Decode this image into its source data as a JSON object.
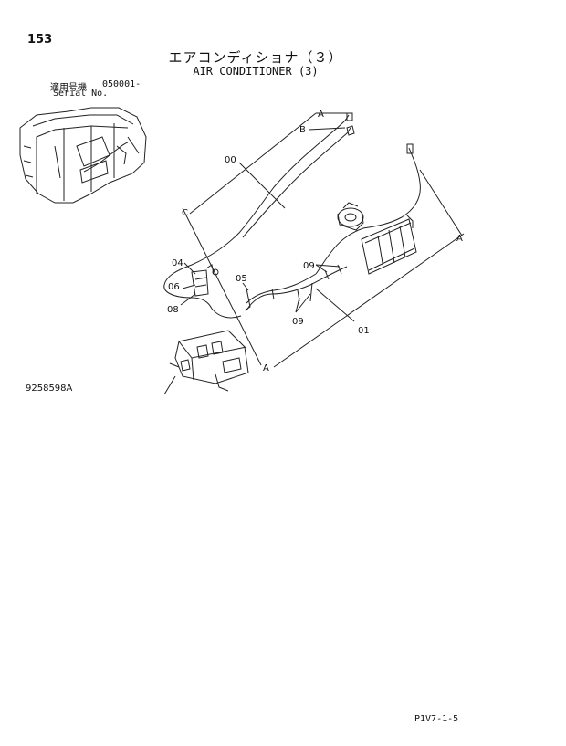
{
  "header": {
    "page_number": "153",
    "title_jp": "エアコンディショナ（３）",
    "title_en": "AIR CONDITIONER (3)",
    "serial_label_jp": "適用号機",
    "serial_value": "050001-",
    "serial_label_en": "Serial No."
  },
  "diagram": {
    "callouts": {
      "c00": "00",
      "c01": "01",
      "c04": "04",
      "c05": "05",
      "c06": "06",
      "c08": "08",
      "c09a": "09",
      "c09b": "09"
    },
    "section_marks": {
      "a_top": "A",
      "b_top": "B",
      "c_left": "C",
      "a_right": "A",
      "a_bottom": "A"
    }
  },
  "footer": {
    "drawing_number": "9258598A",
    "page_code": "P1V7-1-5"
  }
}
